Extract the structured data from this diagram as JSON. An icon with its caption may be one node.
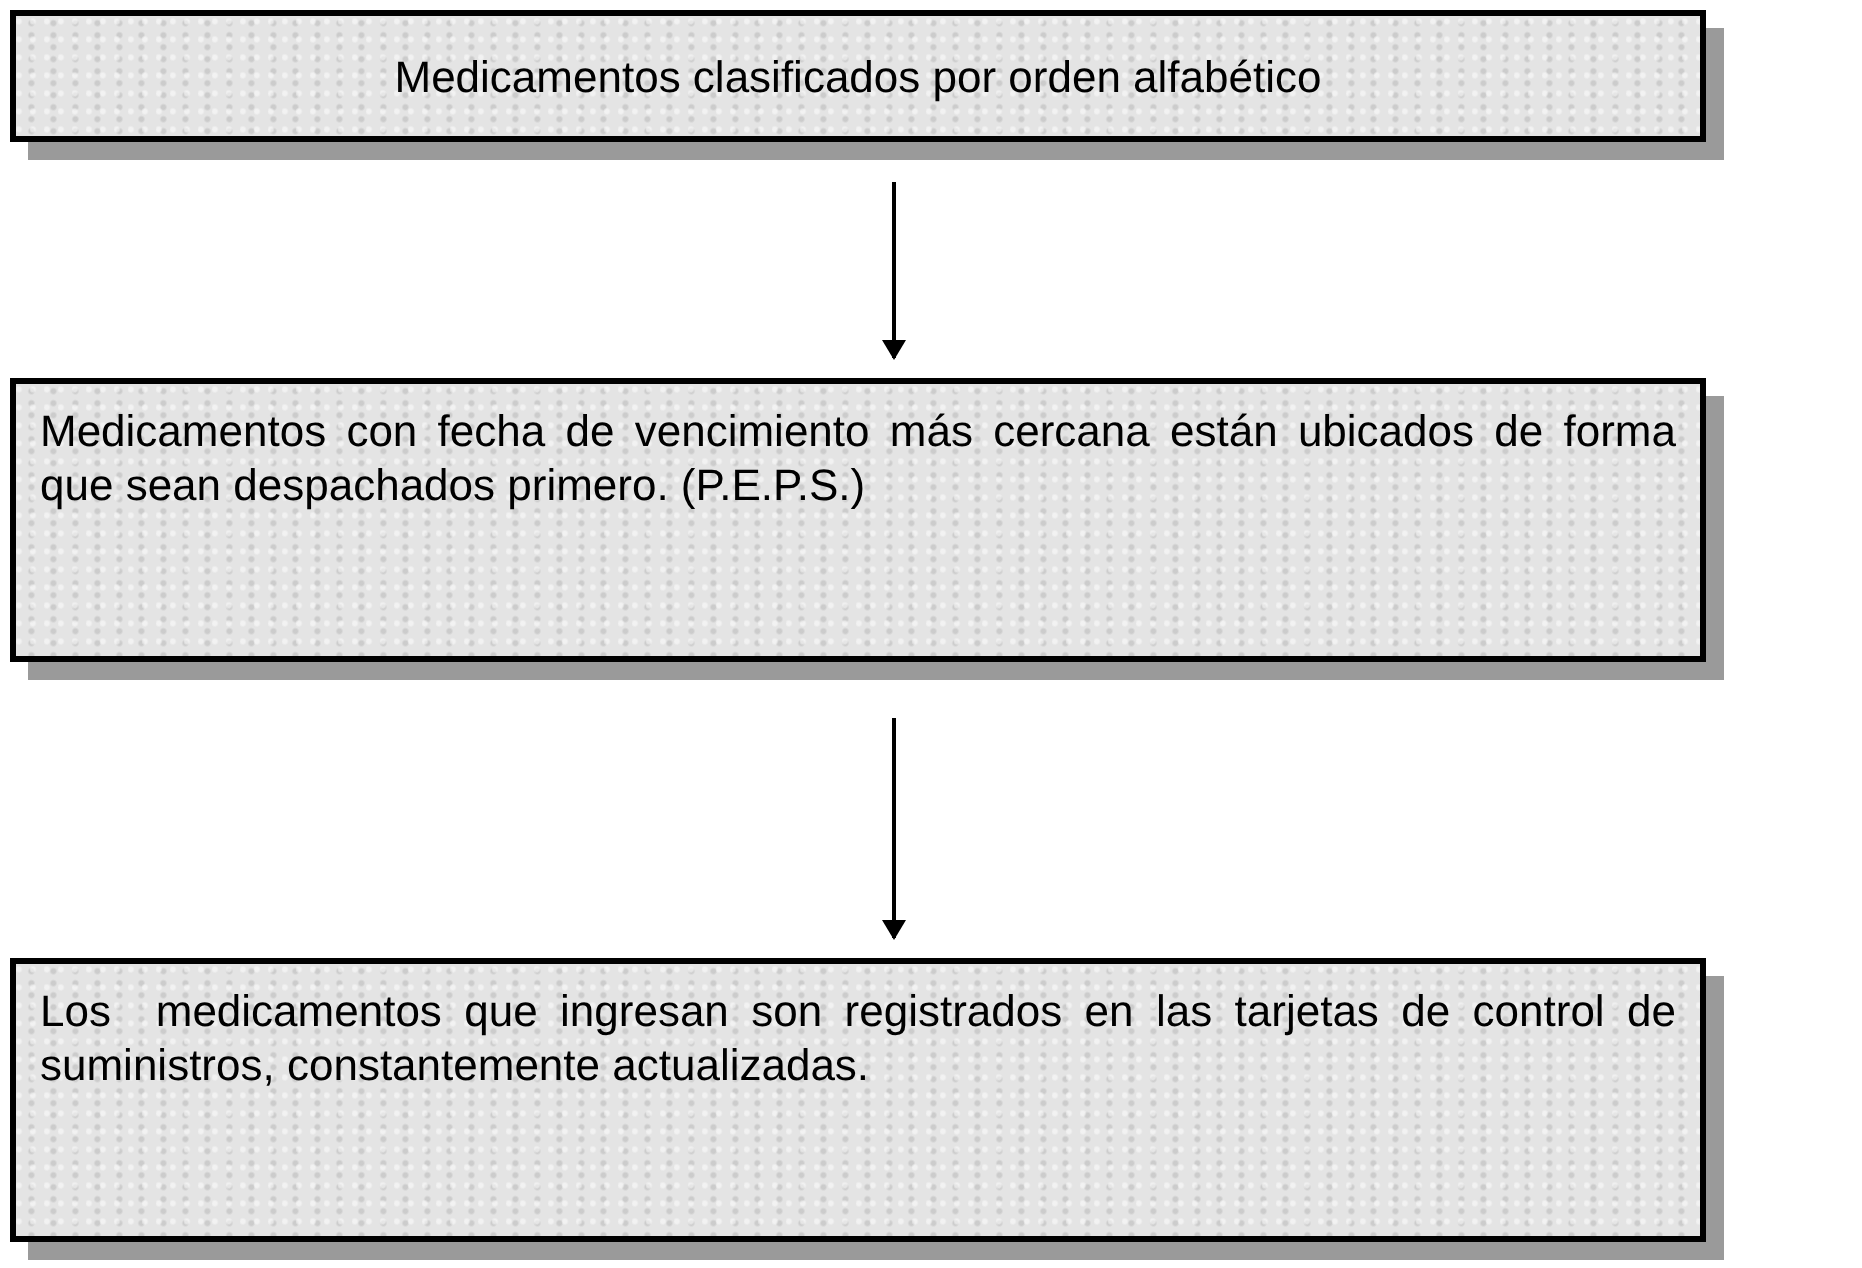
{
  "diagram": {
    "nodes": [
      {
        "text": [
          "Medicamentos clasificados por orden alfabético"
        ]
      },
      {
        "text": [
          "Medicamentos con fecha de vencimiento más cercana están ubicados de forma que sean despachados primero. (P.E.P.S.)"
        ]
      },
      {
        "text": [
          "Los  medicamentos que ingresan son registrados en las tarjetas de control de suministros, constantemente actualizadas."
        ]
      }
    ],
    "edges": [
      {
        "from": 0,
        "to": 1,
        "arrow": "to"
      },
      {
        "from": 1,
        "to": 2,
        "arrow": "to"
      }
    ]
  }
}
